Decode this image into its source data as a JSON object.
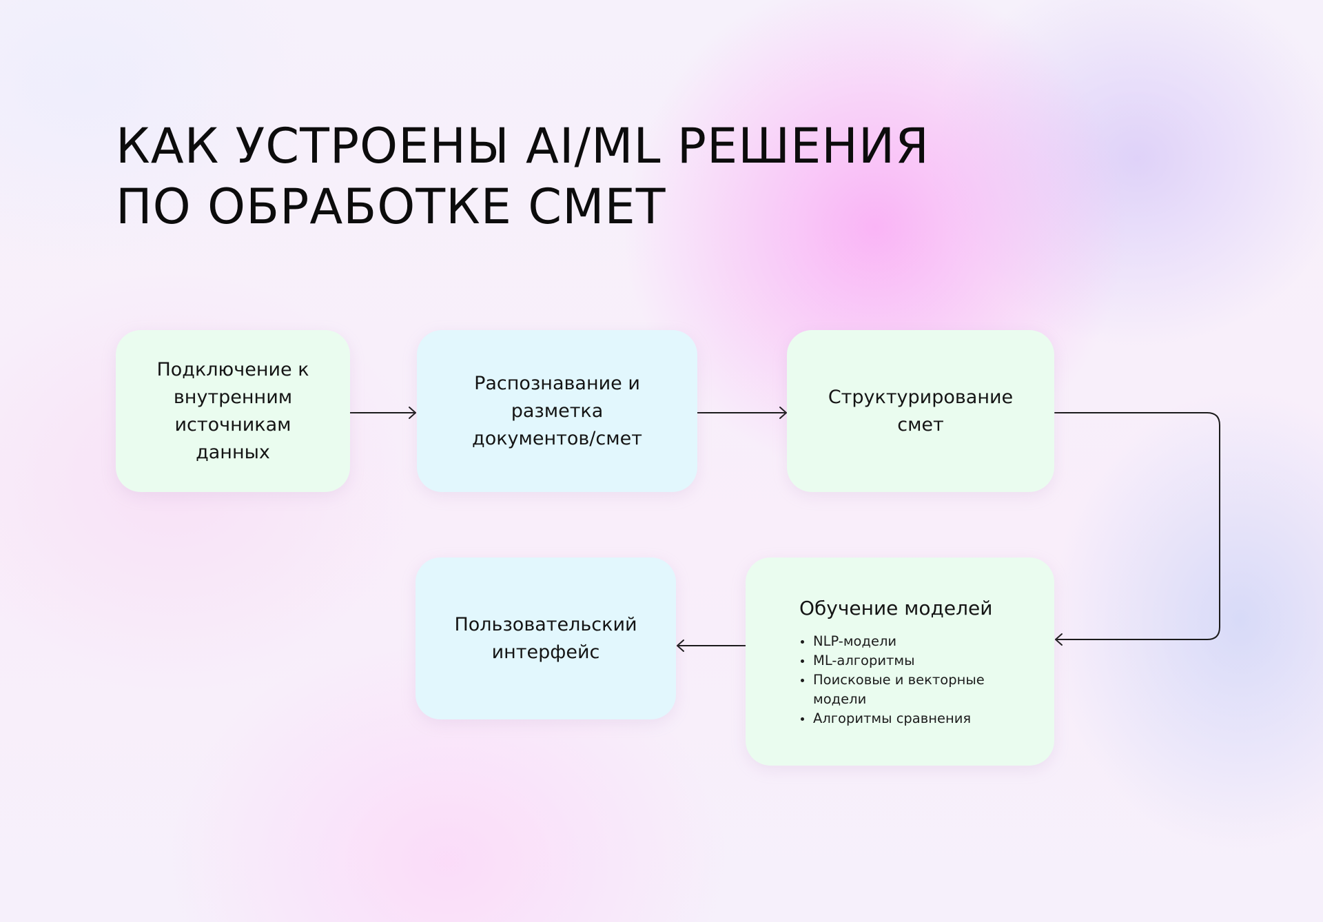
{
  "title": {
    "line1": "КАК УСТРОЕНЫ AI/ML РЕШЕНИЯ",
    "line2": "ПО ОБРАБОТКЕ СМЕТ"
  },
  "colors": {
    "green_box": "#eafcef",
    "blue_box": "#e2f7fd",
    "connector": "#1a1a1a"
  },
  "nodes": [
    {
      "label": "Подключение к внутренним источникам данных"
    },
    {
      "label": "Распознавание и разметка документов/смет"
    },
    {
      "label": "Структурирование смет"
    },
    {
      "label": "Пользовательский интерфейс"
    },
    {
      "label": "Обучение моделей",
      "bullets": [
        "NLP-модели",
        "ML-алгоритмы",
        "Поисковые и векторные модели",
        "Алгоритмы сравнения"
      ]
    }
  ],
  "edges": [
    {
      "from": "Подключение к внутренним источникам данных",
      "to": "Распознавание и разметка документов/смет"
    },
    {
      "from": "Распознавание и разметка документов/смет",
      "to": "Структурирование смет"
    },
    {
      "from": "Структурирование смет",
      "to": "Обучение моделей"
    },
    {
      "from": "Обучение моделей",
      "to": "Пользовательский интерфейс"
    }
  ]
}
